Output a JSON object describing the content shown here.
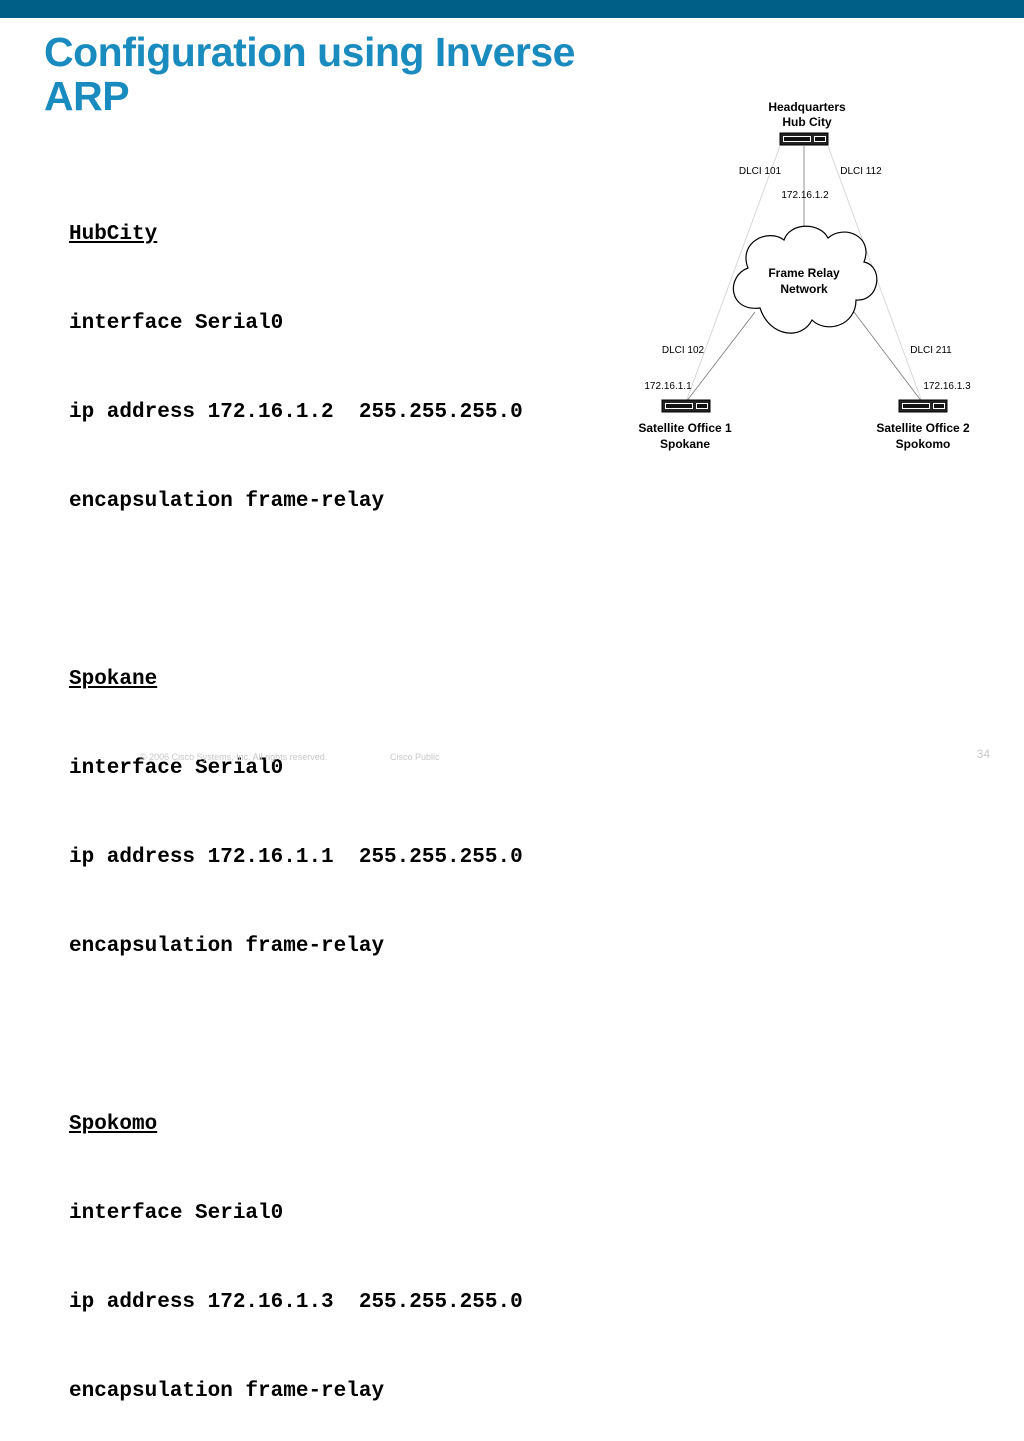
{
  "slide": {
    "title_line1": "Configuration using Inverse",
    "title_line2": "ARP",
    "config": [
      {
        "hostname": "HubCity",
        "interface": "interface Serial0",
        "ip": "ip address 172.16.1.2  255.255.255.0",
        "encap": "encapsulation frame-relay"
      },
      {
        "hostname": "Spokane",
        "interface": "interface Serial0",
        "ip": "ip address 172.16.1.1  255.255.255.0",
        "encap": "encapsulation frame-relay"
      },
      {
        "hostname": "Spokomo",
        "interface": "interface Serial0",
        "ip": "ip address 172.16.1.3  255.255.255.0",
        "encap": "encapsulation frame-relay"
      }
    ],
    "footer_copyright": "© 2006 Cisco Systems, Inc. All rights reserved.",
    "footer_classification": "Cisco Public",
    "page_number": "34"
  },
  "diagram": {
    "hq_line1": "Headquarters",
    "hq_line2": "Hub City",
    "dlci_hq_left": "DLCI 101",
    "dlci_hq_right": "DLCI 112",
    "hq_ip": "172.16.1.2",
    "cloud_line1": "Frame Relay",
    "cloud_line2": "Network",
    "dlci_left": "DLCI 102",
    "dlci_right": "DLCI 211",
    "ip_left": "172.16.1.1",
    "ip_right": "172.16.1.3",
    "sat1_line1": "Satellite Office 1",
    "sat1_line2": "Spokane",
    "sat2_line1": "Satellite Office 2",
    "sat2_line2": "Spokomo"
  }
}
